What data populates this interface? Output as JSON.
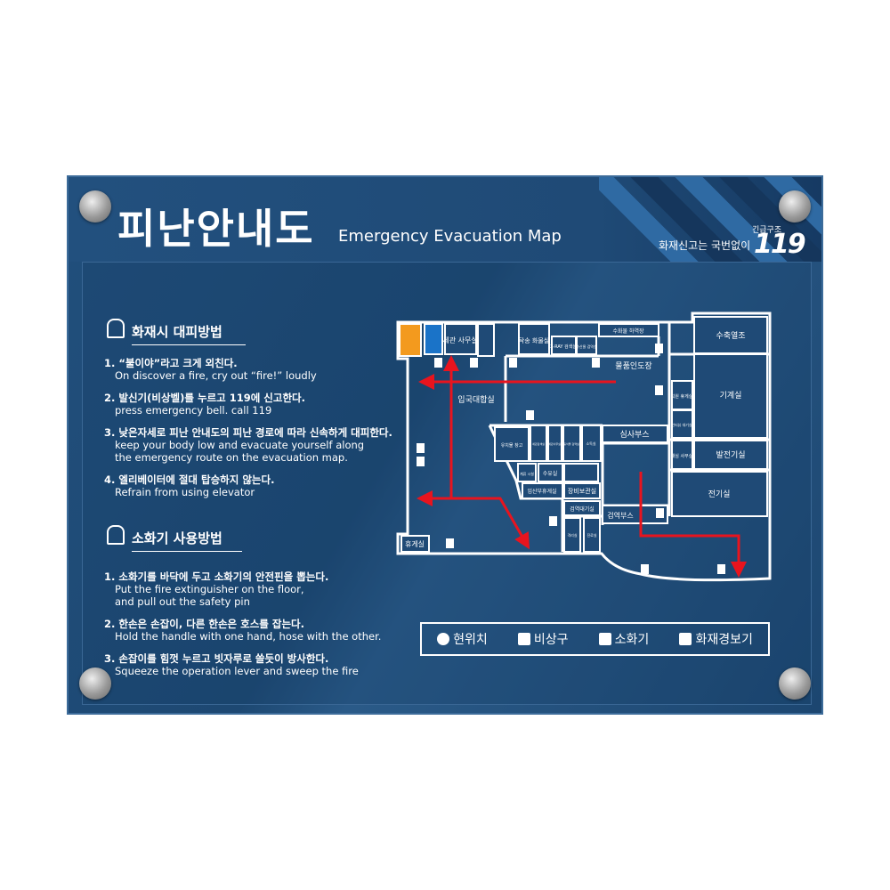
{
  "header": {
    "title": "피난안내도",
    "subtitle": "Emergency Evacuation Map",
    "hotline": "화재신고는 국번없이",
    "logo_small": "긴급구조",
    "logo": "119"
  },
  "fire_section": {
    "heading": "화재시 대피방법",
    "items": [
      {
        "ko": "1. “불이야”라고 크게 외친다.",
        "en": "On discover a fire, cry out “fire!” loudly"
      },
      {
        "ko": "2. 발신기(비상벨)를 누르고 119에 신고한다.",
        "en": "press emergency bell. call 119"
      },
      {
        "ko": "3. 낮은자세로 피난 안내도의 피난 경로에 따라 신속하게 대피한다.",
        "en": "keep your body low and evacuate yourself along\nthe emergency route on the evacuation map."
      },
      {
        "ko": "4. 엘리베이터에 절대 탑승하지 않는다.",
        "en": "Refrain from using elevator"
      }
    ]
  },
  "extinguisher_section": {
    "heading": "소화기 사용방법",
    "items": [
      {
        "ko": "1. 소화기를 바닥에 두고 소화기의 안전핀을 뽑는다.",
        "en": "Put the fire extinguisher on the floor,\nand pull out the safety pin"
      },
      {
        "ko": "2. 한손은 손잡이, 다른 한손은 호스를 잡는다.",
        "en": "Hold the handle with one hand, hose with the other."
      },
      {
        "ko": "3. 손잡이를 힘껏 누르고 빗자루로 쓸듯이 방사한다.",
        "en": "Squeeze the operation lever and sweep the fire"
      }
    ]
  },
  "map": {
    "rooms": {
      "customs_office": "세관 사무실",
      "cargo": "탁송 화물실",
      "xray": "X-RAY 검색실",
      "seafood": "수산물 검역실",
      "baggage": "수화물 하역장",
      "pickup": "물품인도장",
      "arrival": "입국대합실",
      "storage": "유치물 창고",
      "customs_search": "세관검색실",
      "customs_office2": "세관사무실",
      "quarantine": "동식물 검역실",
      "disinfect": "소독실",
      "immigration": "심사부스",
      "mooring": "계류 시설",
      "nursing": "수유실",
      "maternity": "임산부휴게실",
      "equipment": "장비보관실",
      "waiting": "검역대기실",
      "quarantine_booth": "검역부스",
      "isolation": "격리실",
      "clinic": "진료실",
      "lounge": "휴게실",
      "thermal": "수축열조",
      "machine": "기계실",
      "staff": "직원 휴게실",
      "interview": "인터뷰 대기실",
      "review": "재심 사무실",
      "generator": "발전기실",
      "electric": "전기실"
    },
    "colors": {
      "women": "#f39a1e",
      "men": "#1a73c8",
      "route": "#e8141e",
      "wall": "#ffffff"
    }
  },
  "legend": {
    "current": "현위치",
    "exit": "비상구",
    "extinguisher": "소화기",
    "alarm": "화재경보기"
  }
}
